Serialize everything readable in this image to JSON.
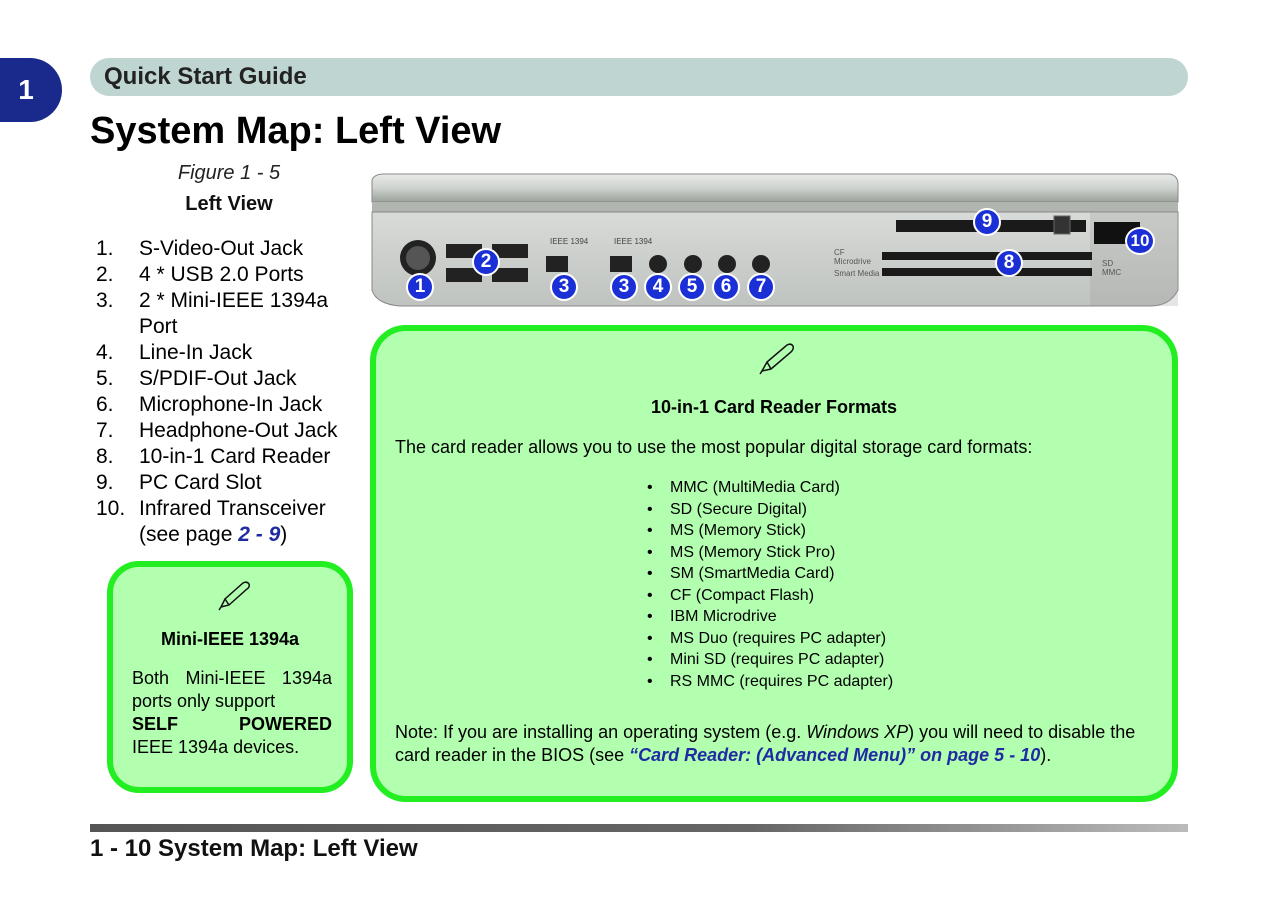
{
  "chapter_tab": "1",
  "header": {
    "title": "Quick Start Guide"
  },
  "page_title": "System Map: Left View",
  "figure": {
    "caption": "Figure 1 - 5",
    "name": "Left View"
  },
  "ports": [
    {
      "num": "1.",
      "label": "S-Video-Out Jack"
    },
    {
      "num": "2.",
      "label": "4 * USB 2.0 Ports"
    },
    {
      "num": "3.",
      "label": "2 * Mini-IEEE 1394a Port"
    },
    {
      "num": "4.",
      "label": "Line-In Jack"
    },
    {
      "num": "5.",
      "label": "S/PDIF-Out Jack"
    },
    {
      "num": "6.",
      "label": "Microphone-In Jack"
    },
    {
      "num": "7.",
      "label": "Headphone-Out Jack"
    },
    {
      "num": "8.",
      "label": "10-in-1 Card Reader"
    },
    {
      "num": "9.",
      "label": "PC Card Slot"
    },
    {
      "num": "10.",
      "label": "Infrared Transceiver",
      "see_prefix": "(see page ",
      "see_link": "2 - 9",
      "see_suffix": ")"
    }
  ],
  "diagram": {
    "badges": [
      "1",
      "2",
      "3",
      "3",
      "4",
      "5",
      "6",
      "7",
      "8",
      "9",
      "10"
    ],
    "port_labels": {
      "ieee_a": "IEEE 1394",
      "ieee_b": "IEEE 1394",
      "cf": "CF",
      "microdrive": "Microdrive",
      "smart_media": "Smart Media",
      "sd": "SD",
      "mmc": "MMC"
    }
  },
  "note_small": {
    "title": "Mini-IEEE 1394a",
    "line1": "Both Mini-IEEE 1394a ports only support",
    "bold1": "SELF",
    "bold2": "POWERED",
    "line2": "IEEE 1394a devices."
  },
  "note_big": {
    "title": "10-in-1 Card Reader Formats",
    "intro": "The card reader allows you to use the most popular digital storage card formats:",
    "formats": [
      "MMC (MultiMedia Card)",
      "SD (Secure Digital)",
      "MS (Memory Stick)",
      "MS (Memory Stick Pro)",
      "SM (SmartMedia Card)",
      "CF (Compact Flash)",
      "IBM Microdrive",
      "MS Duo (requires PC adapter)",
      "Mini SD (requires PC adapter)",
      "RS MMC (requires PC adapter)"
    ],
    "note_prefix": "Note: If you are installing an operating system (e.g. ",
    "note_os": "Windows XP",
    "note_mid": ") you will need to disable the card reader in the BIOS (see ",
    "note_link": "“Card Reader: (Advanced Menu)” on page 5 - 10",
    "note_suffix": ")."
  },
  "footer": "1 - 10 System Map: Left View",
  "colors": {
    "accent_blue": "#1a2a8c",
    "badge_blue": "#1b2fd6",
    "note_fill": "#b3ffb0",
    "note_border": "#22ee22",
    "header_bar": "#bfd5d2",
    "link": "#1f2aa3"
  }
}
